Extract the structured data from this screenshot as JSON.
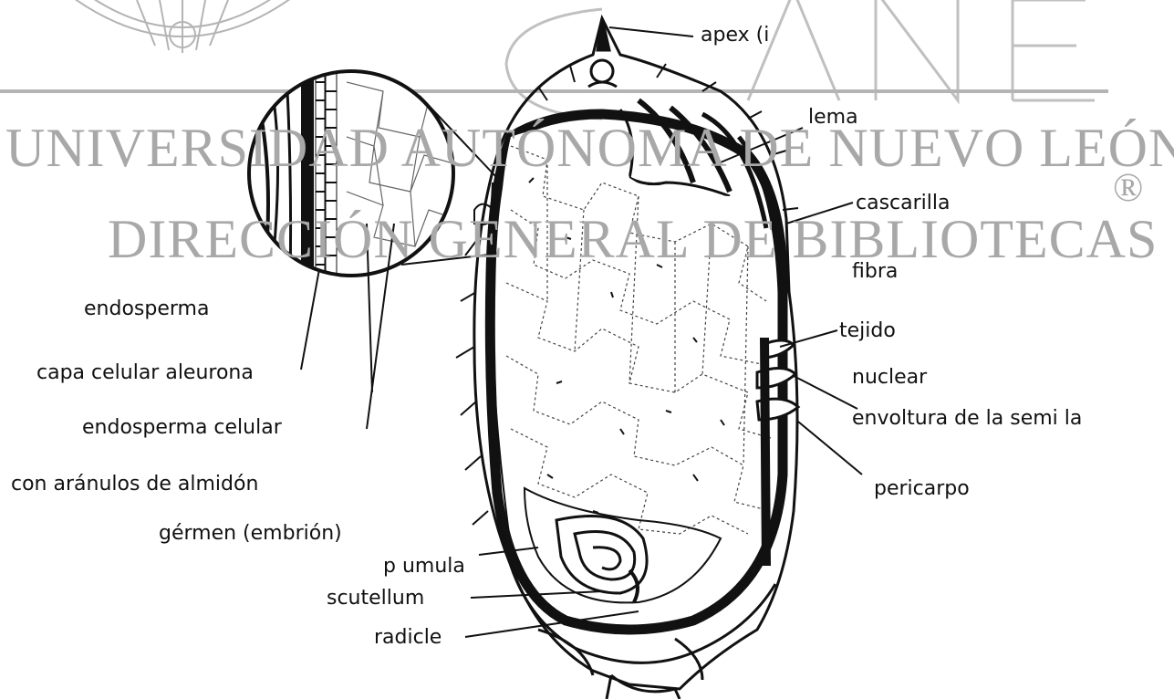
{
  "watermark": {
    "line1": "UNIVERSIDAD AUTÓNOMA DE NUEVO LEÓN",
    "line2": "DIRECCIÓN GENERAL DE BIBLIOTECAS",
    "registered": "®"
  },
  "labels": {
    "apex": "apex (i",
    "lema": "lema",
    "cascarilla": "cascarilla",
    "fibra": "fibra",
    "tejido": "tejido",
    "nuclear": "nuclear",
    "envoltura": "envoltura de la semi la",
    "pericarpo": "pericarpo",
    "endosperma": "endosperma",
    "capa_celular": "capa celular aleurona",
    "endosperma_celular": "endosperma celular",
    "granulos": "con aránulos de almidón",
    "germen": "gérmen (embrión)",
    "plumula": "p umula",
    "scutellum": "scutellum",
    "radicle": "radicle"
  },
  "colors": {
    "watermark": "#a8a8a8",
    "ink": "#111111"
  }
}
